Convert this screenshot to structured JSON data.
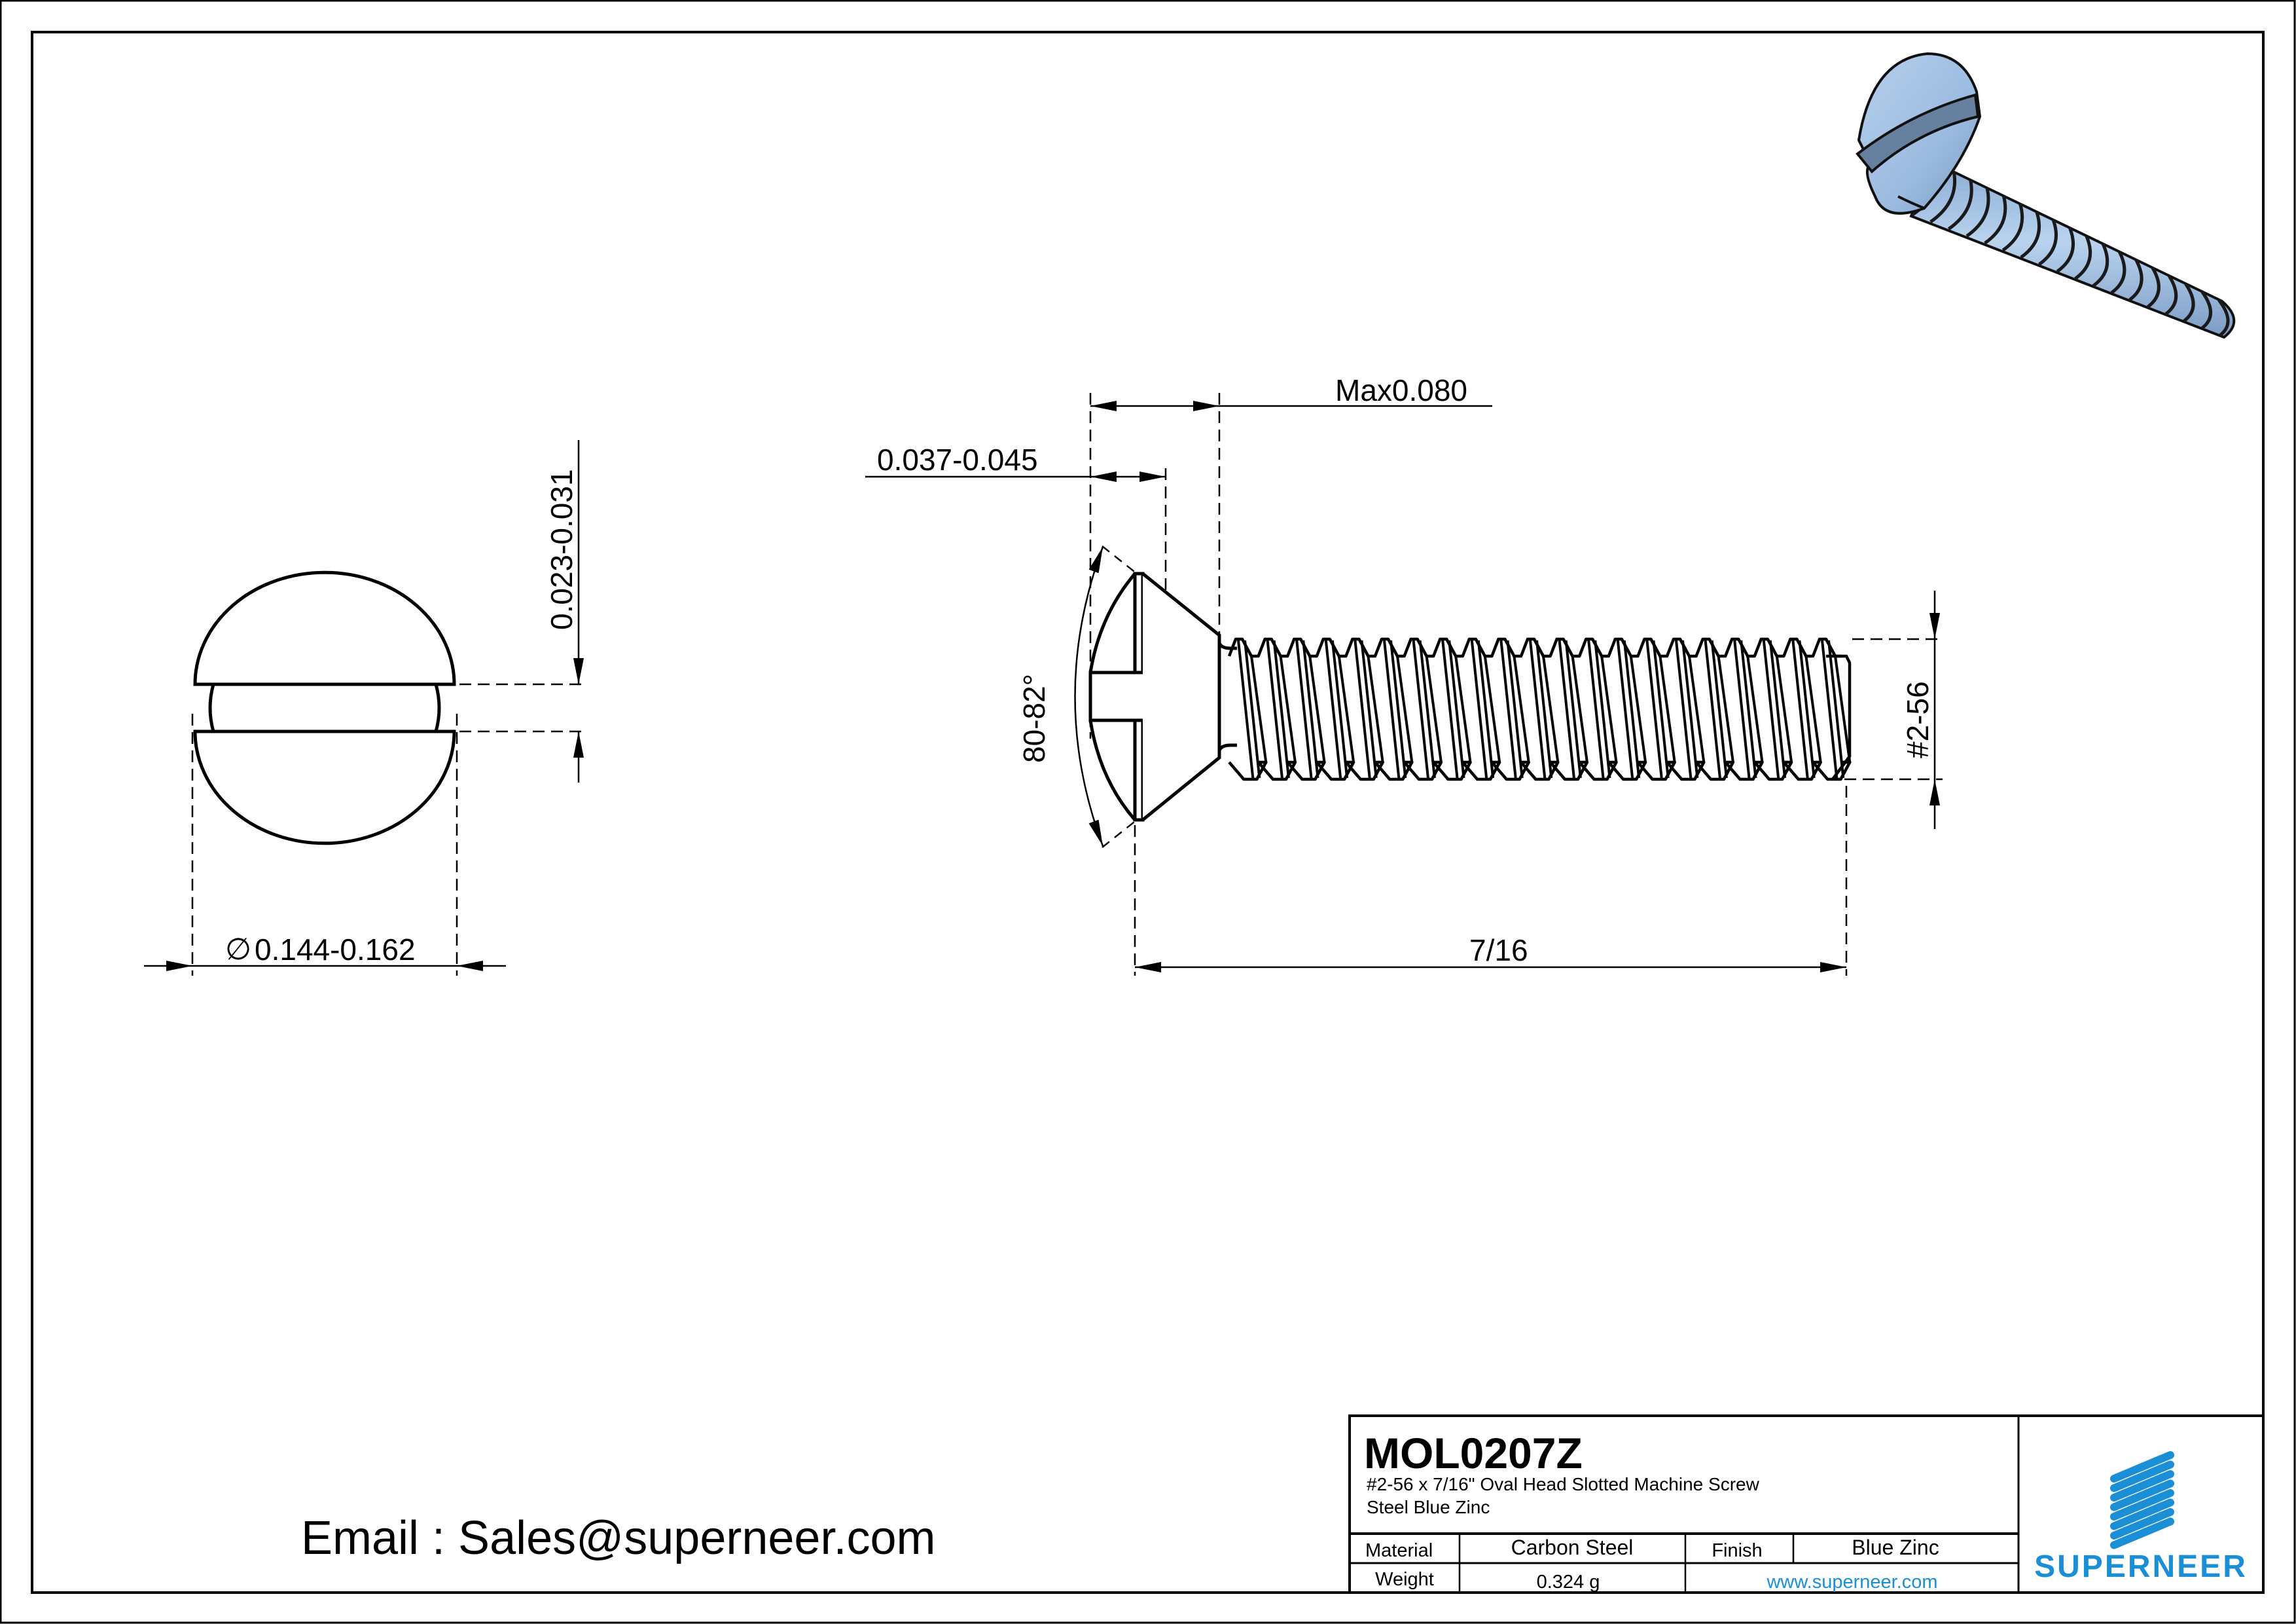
{
  "drawing": {
    "dimensions": {
      "head_height_max": "Max0.080",
      "slot_depth": "0.037-0.045",
      "head_angle": "80-82°",
      "thread_size": "#2-56",
      "length": "7/16",
      "slot_width": "0.023-0.031",
      "head_diameter_symbol": "∅",
      "head_diameter": "0.144-0.162"
    }
  },
  "contact": {
    "email_line": "Email : Sales@superneer.com"
  },
  "title_block": {
    "part_number": "MOL0207Z",
    "description_line1": "#2-56 x 7/16\" Oval Head Slotted Machine Screw",
    "description_line2": "Steel Blue Zinc",
    "material_label": "Material",
    "material_value": "Carbon Steel",
    "finish_label": "Finish",
    "finish_value": "Blue Zinc",
    "weight_label": "Weight",
    "weight_value": "0.324 g",
    "website": "www.superneer.com"
  },
  "brand": {
    "name": "SUPERNEER",
    "color": "#1a8fd6"
  },
  "render": {
    "colors": {
      "light": "#a9c6e6",
      "mid": "#84a5cc",
      "dark": "#5e7898"
    }
  }
}
